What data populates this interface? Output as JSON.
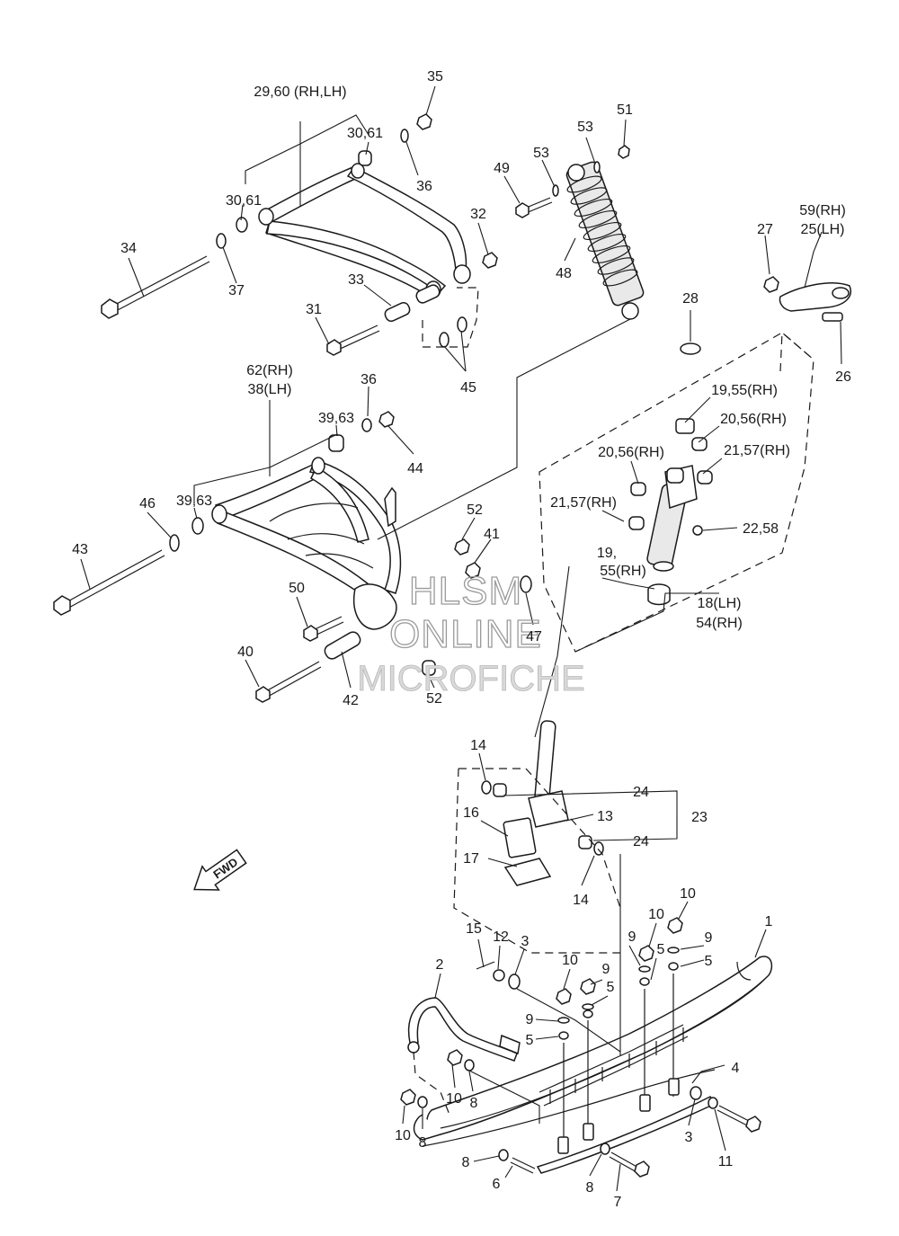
{
  "watermark": {
    "line1": "HLSM",
    "line2": "ONLINE",
    "line3": "MICROFICHE"
  },
  "direction_badge": "FWD",
  "callouts": [
    {
      "id": "c35",
      "text": "35"
    },
    {
      "id": "c29",
      "text": "29,60 (RH,LH)"
    },
    {
      "id": "c30a",
      "text": "30,61"
    },
    {
      "id": "c30b",
      "text": "30,61"
    },
    {
      "id": "c36a",
      "text": "36"
    },
    {
      "id": "c32",
      "text": "32"
    },
    {
      "id": "c34",
      "text": "34"
    },
    {
      "id": "c37",
      "text": "37"
    },
    {
      "id": "c33",
      "text": "33"
    },
    {
      "id": "c31",
      "text": "31"
    },
    {
      "id": "c45",
      "text": "45"
    },
    {
      "id": "c49",
      "text": "49"
    },
    {
      "id": "c53a",
      "text": "53"
    },
    {
      "id": "c53b",
      "text": "53"
    },
    {
      "id": "c51",
      "text": "51"
    },
    {
      "id": "c48",
      "text": "48"
    },
    {
      "id": "c59",
      "text": "59(RH)"
    },
    {
      "id": "c25",
      "text": "25(LH)"
    },
    {
      "id": "c27",
      "text": "27"
    },
    {
      "id": "c26",
      "text": "26"
    },
    {
      "id": "c28",
      "text": "28"
    },
    {
      "id": "c62",
      "text": "62(RH)"
    },
    {
      "id": "c38",
      "text": "38(LH)"
    },
    {
      "id": "c36b",
      "text": "36"
    },
    {
      "id": "c39a",
      "text": "39,63"
    },
    {
      "id": "c44",
      "text": "44"
    },
    {
      "id": "c46",
      "text": "46"
    },
    {
      "id": "c39b",
      "text": "39,63"
    },
    {
      "id": "c43",
      "text": "43"
    },
    {
      "id": "c52a",
      "text": "52"
    },
    {
      "id": "c41",
      "text": "41"
    },
    {
      "id": "c50",
      "text": "50"
    },
    {
      "id": "c47",
      "text": "47"
    },
    {
      "id": "c40",
      "text": "40"
    },
    {
      "id": "c42",
      "text": "42"
    },
    {
      "id": "c52b",
      "text": "52"
    },
    {
      "id": "c19a",
      "text": "19,55(RH)"
    },
    {
      "id": "c20a",
      "text": "20,56(RH)"
    },
    {
      "id": "c20b",
      "text": "20,56(RH)"
    },
    {
      "id": "c21a",
      "text": "21,57(RH)"
    },
    {
      "id": "c21b",
      "text": "21,57(RH)"
    },
    {
      "id": "c22",
      "text": "22,58"
    },
    {
      "id": "c19b",
      "text": "19,"
    },
    {
      "id": "c55",
      "text": "55(RH)"
    },
    {
      "id": "c18",
      "text": "18(LH)"
    },
    {
      "id": "c54",
      "text": "54(RH)"
    },
    {
      "id": "c14a",
      "text": "14"
    },
    {
      "id": "c24a",
      "text": "24"
    },
    {
      "id": "c16",
      "text": "16"
    },
    {
      "id": "c13",
      "text": "13"
    },
    {
      "id": "c23",
      "text": "23"
    },
    {
      "id": "c24b",
      "text": "24"
    },
    {
      "id": "c17",
      "text": "17"
    },
    {
      "id": "c14b",
      "text": "14"
    },
    {
      "id": "c10a",
      "text": "10"
    },
    {
      "id": "c10b",
      "text": "10"
    },
    {
      "id": "c1",
      "text": "1"
    },
    {
      "id": "c9a",
      "text": "9"
    },
    {
      "id": "c9b",
      "text": "9"
    },
    {
      "id": "c5a",
      "text": "5"
    },
    {
      "id": "c5b",
      "text": "5"
    },
    {
      "id": "c15",
      "text": "15"
    },
    {
      "id": "c12",
      "text": "12"
    },
    {
      "id": "c3a",
      "text": "3"
    },
    {
      "id": "c10c",
      "text": "10"
    },
    {
      "id": "c9c",
      "text": "9"
    },
    {
      "id": "c2",
      "text": "2"
    },
    {
      "id": "c5c",
      "text": "5"
    },
    {
      "id": "c9d",
      "text": "9"
    },
    {
      "id": "c5d",
      "text": "5"
    },
    {
      "id": "c4",
      "text": "4"
    },
    {
      "id": "c10d",
      "text": "10"
    },
    {
      "id": "c8a",
      "text": "8"
    },
    {
      "id": "c10e",
      "text": "10"
    },
    {
      "id": "c8b",
      "text": "8"
    },
    {
      "id": "c3b",
      "text": "3"
    },
    {
      "id": "c11",
      "text": "11"
    },
    {
      "id": "c8c",
      "text": "8"
    },
    {
      "id": "c6",
      "text": "6"
    },
    {
      "id": "c8d",
      "text": "8"
    },
    {
      "id": "c7",
      "text": "7"
    }
  ]
}
